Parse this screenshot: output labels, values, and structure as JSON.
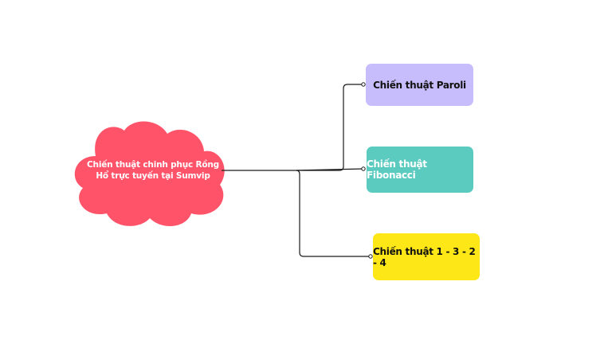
{
  "diagram": {
    "central": {
      "label": "Chiến thuật chinh phục Rồng Hổ trực tuyến tại Sumvip",
      "color": "#fe5369"
    },
    "branches": [
      {
        "label": "Chiến thuật Paroli",
        "color": "#c8bdfc",
        "text_color": "#111111"
      },
      {
        "label": "Chiến thuật Fibonacci",
        "color": "#5bcbc0",
        "text_color": "#ffffff"
      },
      {
        "label": "Chiến thuật 1 - 3 - 2 - 4",
        "color": "#fde716",
        "text_color": "#111111"
      }
    ],
    "connector_color": "#1a1a1a"
  }
}
